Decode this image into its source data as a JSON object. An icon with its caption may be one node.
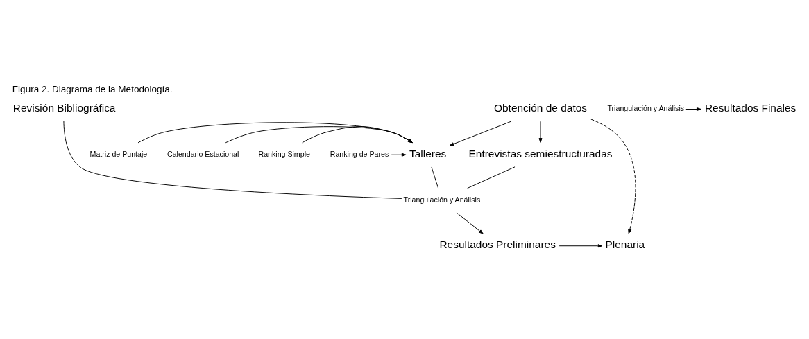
{
  "diagram": {
    "title": "Figura 2. Diagrama de la Metodología.",
    "nodes": [
      {
        "text": [
          "Revisión Bibliográfica"
        ]
      },
      {
        "text": [
          "Obtención de datos"
        ]
      },
      {
        "text": [
          "Entrevistas semiestructuradas"
        ]
      },
      {
        "text": [
          "Talleres"
        ]
      },
      {
        "text": [
          "Ranking Simple"
        ]
      },
      {
        "text": [
          "Ranking de Pares"
        ]
      },
      {
        "text": [
          "Matriz de Puntaje"
        ]
      },
      {
        "text": [
          "Calendario Estacional"
        ]
      },
      {
        "text": [
          "Triangulación y Análisis"
        ]
      },
      {
        "text": [
          "Resultados Preliminares"
        ]
      },
      {
        "text": [
          "Plenaria"
        ]
      },
      {
        "text": [
          "Resultados Finales"
        ]
      },
      {
        "text": [
          "Triangulación y Análisis"
        ]
      }
    ],
    "edges": [
      {
        "from": 1,
        "to": 2,
        "arrow": "to"
      },
      {
        "from": 1,
        "to": 3,
        "arrow": "to"
      },
      {
        "from": 4,
        "to": 3,
        "arrow": "to"
      },
      {
        "from": 5,
        "to": 3,
        "arrow": "to"
      },
      {
        "from": 6,
        "to": 3,
        "arrow": "to"
      },
      {
        "from": 7,
        "to": 3,
        "arrow": "to"
      },
      {
        "from": 0,
        "to": 8,
        "arrow": "none"
      },
      {
        "from": 2,
        "to": 8,
        "arrow": "none"
      },
      {
        "from": 3,
        "to": 8,
        "arrow": "none"
      },
      {
        "from": 8,
        "to": 9,
        "arrow": "to"
      },
      {
        "from": 1,
        "to": 10,
        "arrow": "to",
        "style": "dashed"
      },
      {
        "from": 9,
        "to": 10,
        "arrow": "to"
      },
      {
        "from": 12,
        "to": 11,
        "arrow": "to"
      }
    ]
  }
}
